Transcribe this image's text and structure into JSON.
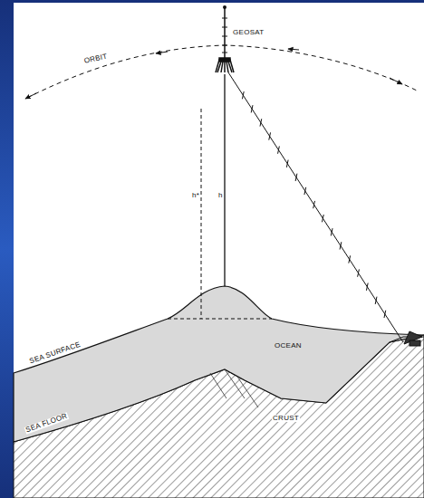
{
  "diagram": {
    "labels": [
      "GEOSAT",
      "ORBIT",
      "h*",
      "h",
      "SEA SURFACE",
      "OCEAN",
      "SEA FLOOR",
      "CRUST"
    ]
  }
}
